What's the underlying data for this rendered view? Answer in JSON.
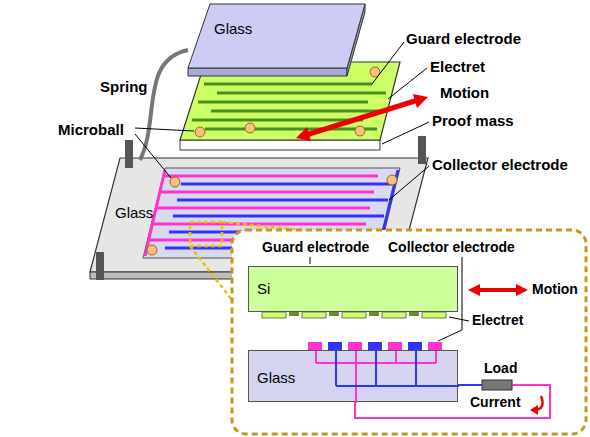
{
  "diagram": {
    "nodes": [
      {
        "text": [
          "Glass"
        ]
      },
      {
        "text": [
          "Si"
        ]
      },
      {
        "text": [
          "Glass"
        ]
      }
    ],
    "labels": [
      "Spring",
      "Microball",
      "Glass",
      "Guard electrode",
      "Electret",
      "Motion",
      "Proof mass",
      "Collector electrode",
      "Guard electrode",
      "Collector electrode",
      "Motion",
      "Electret",
      "Load",
      "Current"
    ]
  }
}
